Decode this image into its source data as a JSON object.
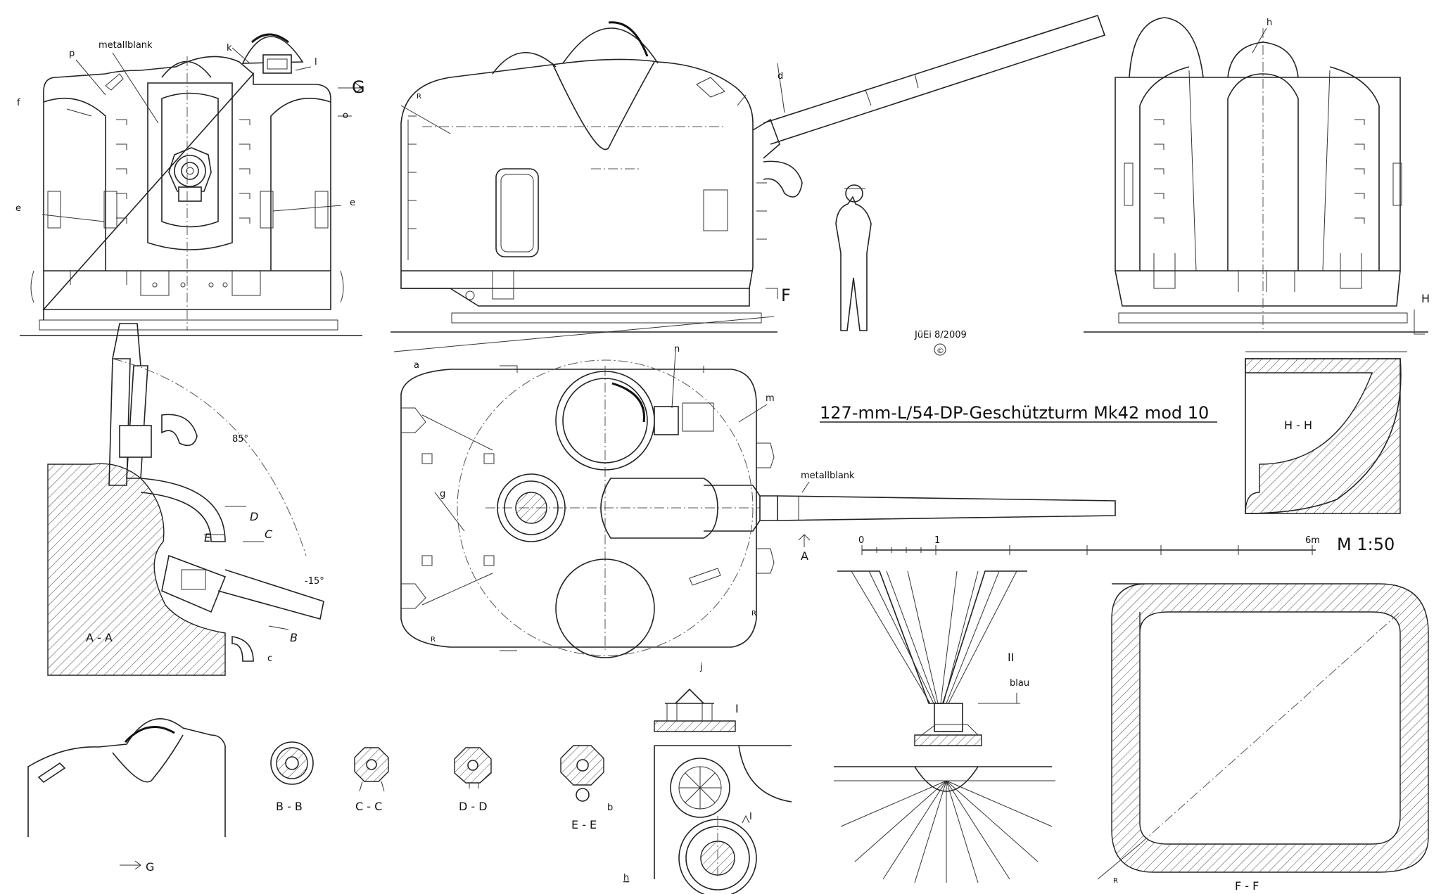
{
  "title": "127-mm-L/54-DP-Geschützturm Mk42 mod 10",
  "scale": {
    "label": "M 1:50",
    "ticks": [
      "0",
      "1",
      "6m"
    ]
  },
  "signature": "JüEi 8/2009",
  "copyright": "©",
  "labels": {
    "metallblank_front": "metallblank",
    "metallblank_top": "metallblank",
    "blau": "blau",
    "angle_85": "85°",
    "angle_m15": "-15°",
    "view_G_front": "G",
    "view_G_detail": "G",
    "section_F": "F",
    "section_H": "H",
    "section_A": "A",
    "section_D": "D",
    "section_C": "C",
    "section_E": "E",
    "section_B": "B",
    "detail_I": "I",
    "detail_I_mark": "I",
    "detail_II": "II",
    "R_side": "R",
    "R_top": "R",
    "R_top2": "R",
    "R_ff": "R"
  },
  "letters": {
    "a": "a",
    "b": "b",
    "c": "c",
    "d": "d",
    "e1": "e",
    "e2": "e",
    "f": "f",
    "g": "g",
    "h1": "h",
    "h2": "h",
    "j": "j",
    "k": "k",
    "l": "l",
    "m": "m",
    "n": "n",
    "o": "o",
    "p": "p"
  },
  "sections": {
    "aa": "A - A",
    "bb": "B - B",
    "cc": "C - C",
    "dd": "D - D",
    "ee": "E - E",
    "ff": "F - F",
    "hh": "H - H"
  },
  "colors": {
    "line": "#222222",
    "background": "#ffffff"
  }
}
